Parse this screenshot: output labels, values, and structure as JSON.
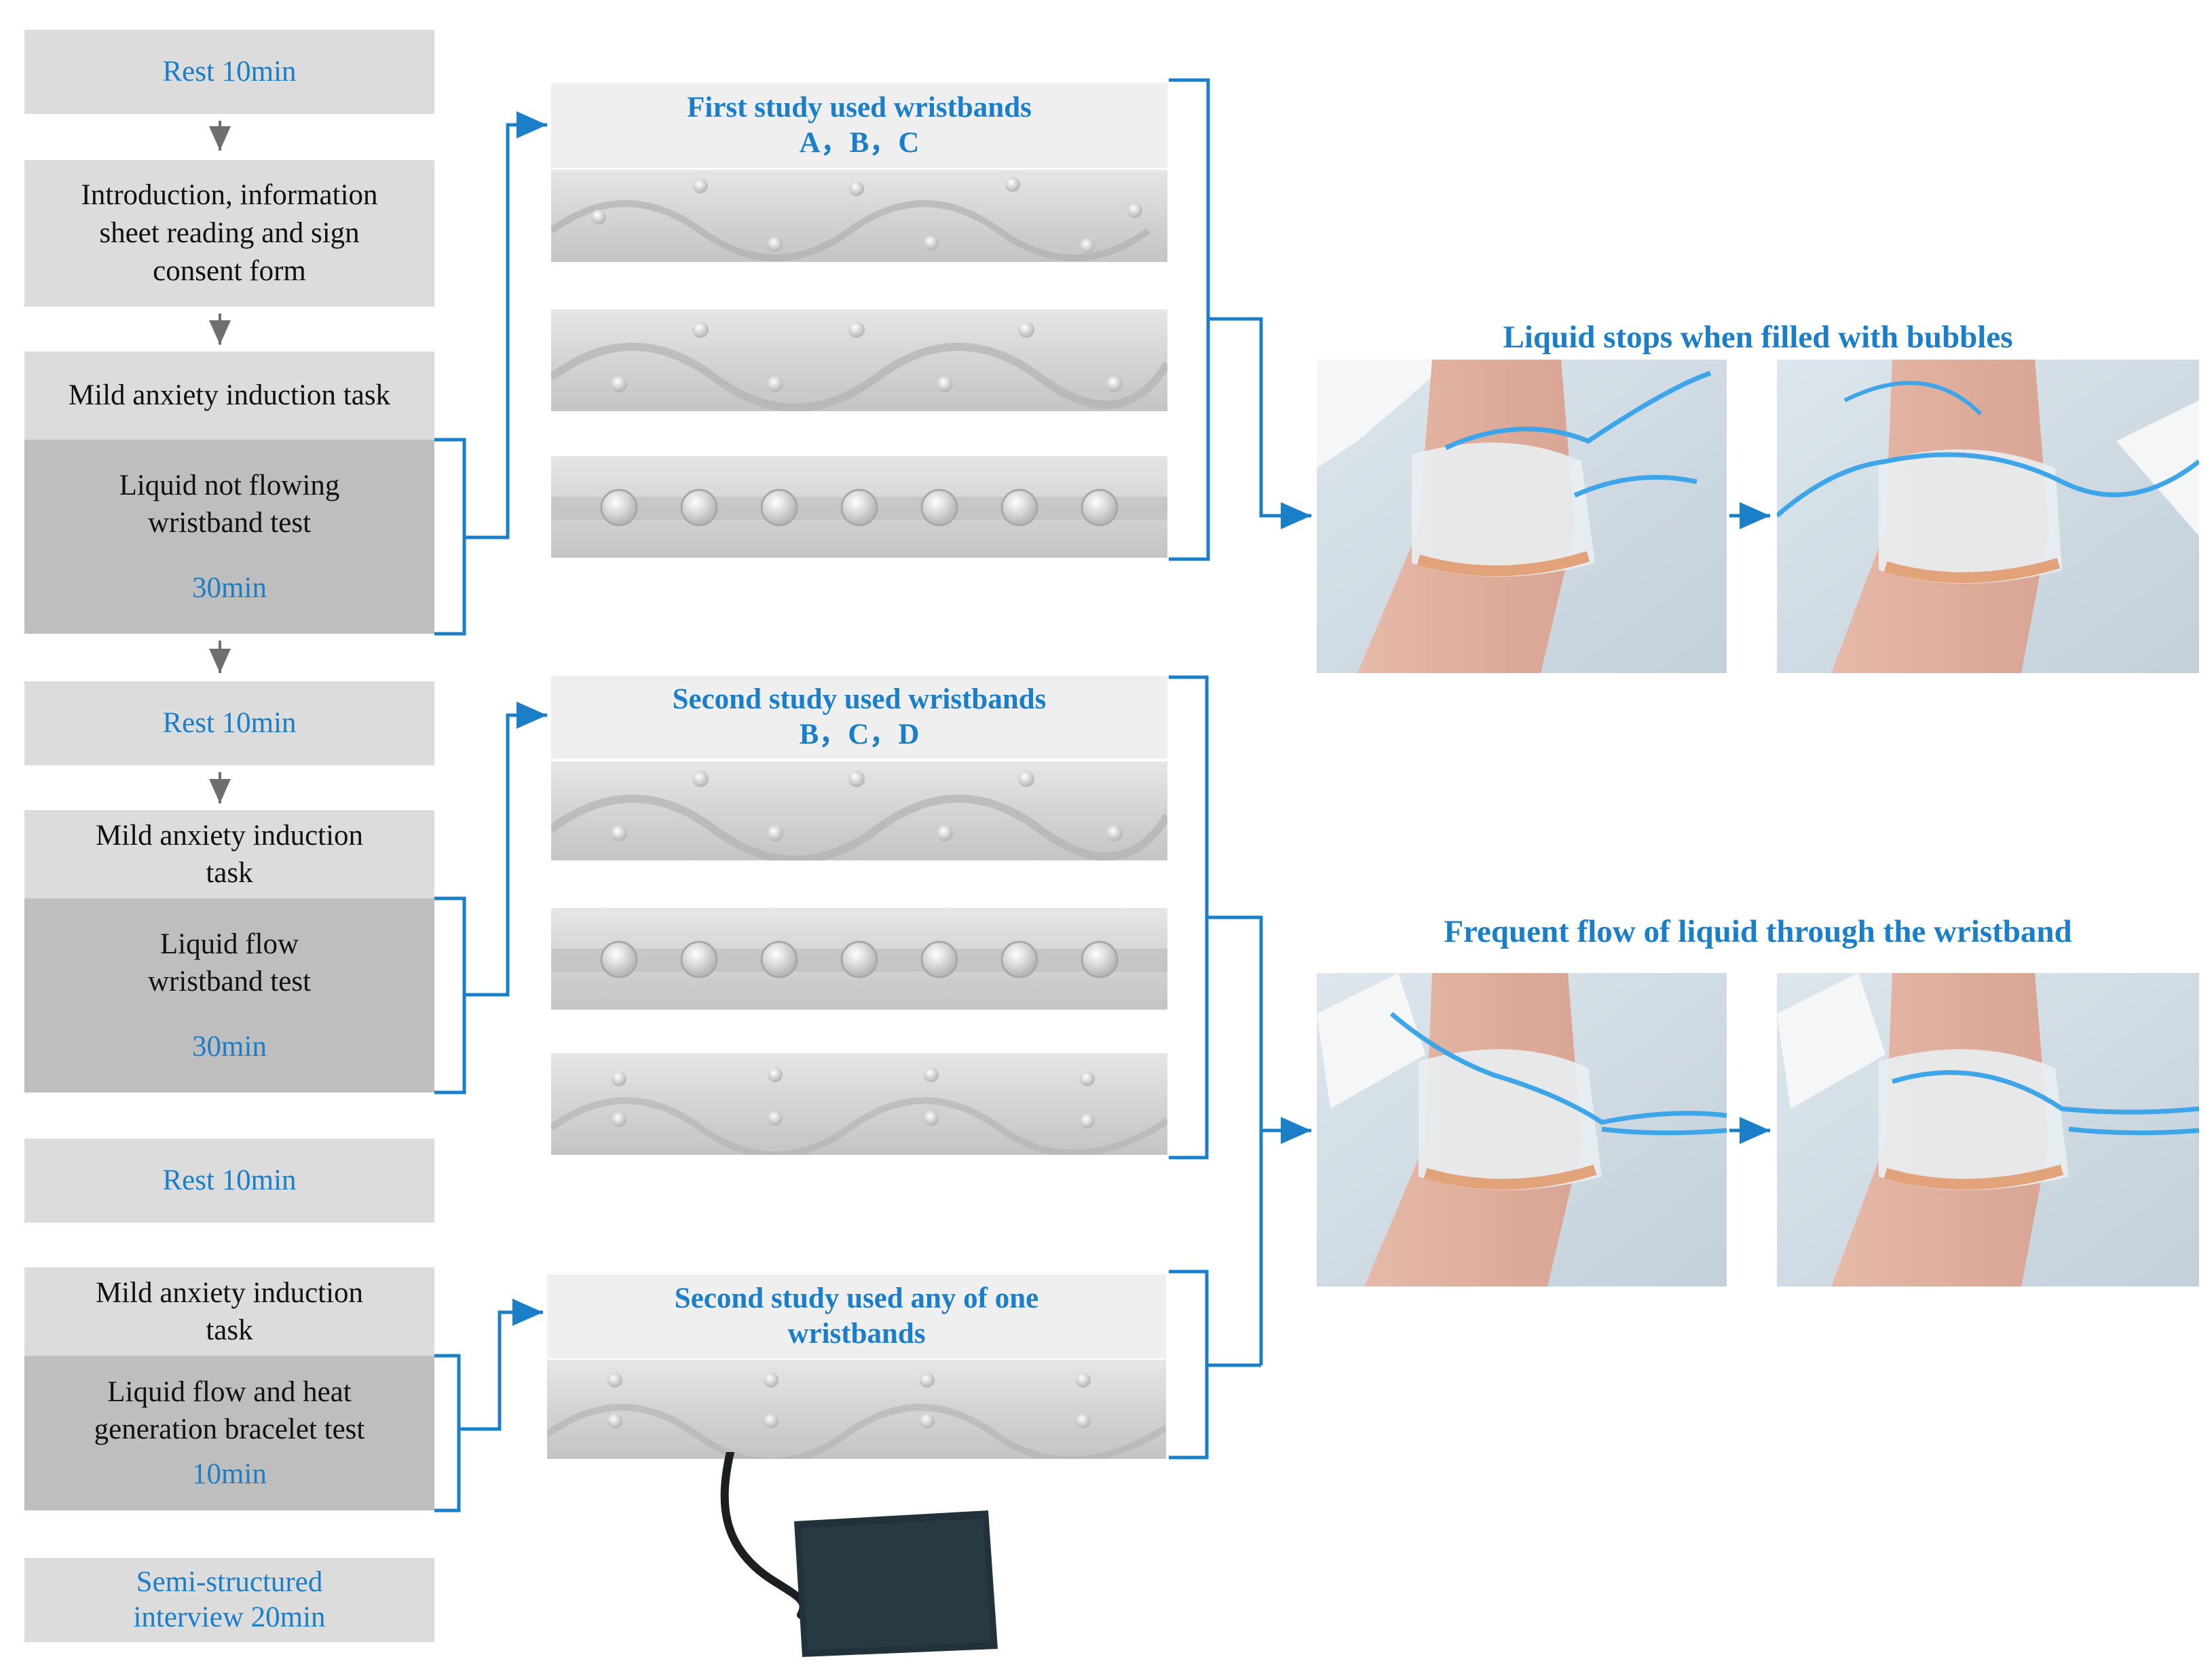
{
  "flow": {
    "rest1": "Rest 10min",
    "intro": "Introduction, information sheet reading and sign consent form",
    "task1": "Mild anxiety induction task",
    "test1": "Liquid not flowing wristband test",
    "test1_time": "30min",
    "rest2": "Rest 10min",
    "task2": "Mild anxiety induction task",
    "test2": "Liquid flow wristband test",
    "test2_time": "30min",
    "rest3": "Rest 10min",
    "task3": "Mild anxiety induction task",
    "test3": "Liquid flow and heat generation bracelet test",
    "test3_time": "10min",
    "interview": "Semi-structured interview 20min"
  },
  "studies": {
    "first_title": "First study used wristbands",
    "first_labels": "A，B，C",
    "second_title": "Second study used wristbands",
    "second_labels": "B，C，D",
    "third_title": "Second study used any of one wristbands"
  },
  "results": {
    "top_title": "Liquid stops when filled with bubbles",
    "bottom_title": "Frequent flow of liquid through the wristband"
  },
  "colors": {
    "accent_blue": "#1a7fc8",
    "box_light": "#dcdcdc",
    "box_dark": "#bebebe"
  }
}
